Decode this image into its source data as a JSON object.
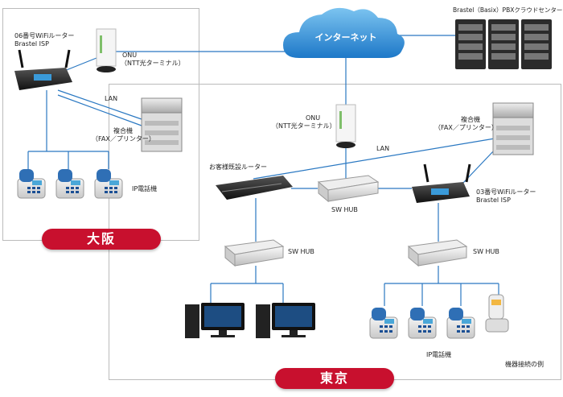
{
  "regions": {
    "osaka_label": "大阪",
    "tokyo_label": "東京"
  },
  "cloud": {
    "label": "インターネット"
  },
  "pbx": {
    "label": "Brastel（Basix）PBXクラウドセンター"
  },
  "osaka": {
    "router": {
      "line1": "06番号WiFiルーター",
      "line2": "Brastel ISP"
    },
    "onu": {
      "line1": "ONU",
      "line2": "（NTT光ターミナル）"
    },
    "lan": "LAN",
    "mfp": {
      "line1": "複合機",
      "line2": "（FAX／プリンター）"
    },
    "phones": "IP電話機"
  },
  "tokyo": {
    "onu": {
      "line1": "ONU",
      "line2": "（NTT光ターミナル）"
    },
    "mfp": {
      "line1": "複合機",
      "line2": "（FAX／プリンター）"
    },
    "lan": "LAN",
    "customer_router": "お客様既設ルーター",
    "sw_hub_center": "SW HUB",
    "wifi_router": {
      "line1": "03番号WiFiルーター",
      "line2": "Brastel ISP"
    },
    "sw_hub_left": "SW HUB",
    "sw_hub_right": "SW HUB",
    "phones": "IP電話機"
  },
  "caption": "機器接続の例",
  "colors": {
    "line": "#2a78c2",
    "accent": "#c8102e",
    "cloud": "#2b8ad6"
  }
}
